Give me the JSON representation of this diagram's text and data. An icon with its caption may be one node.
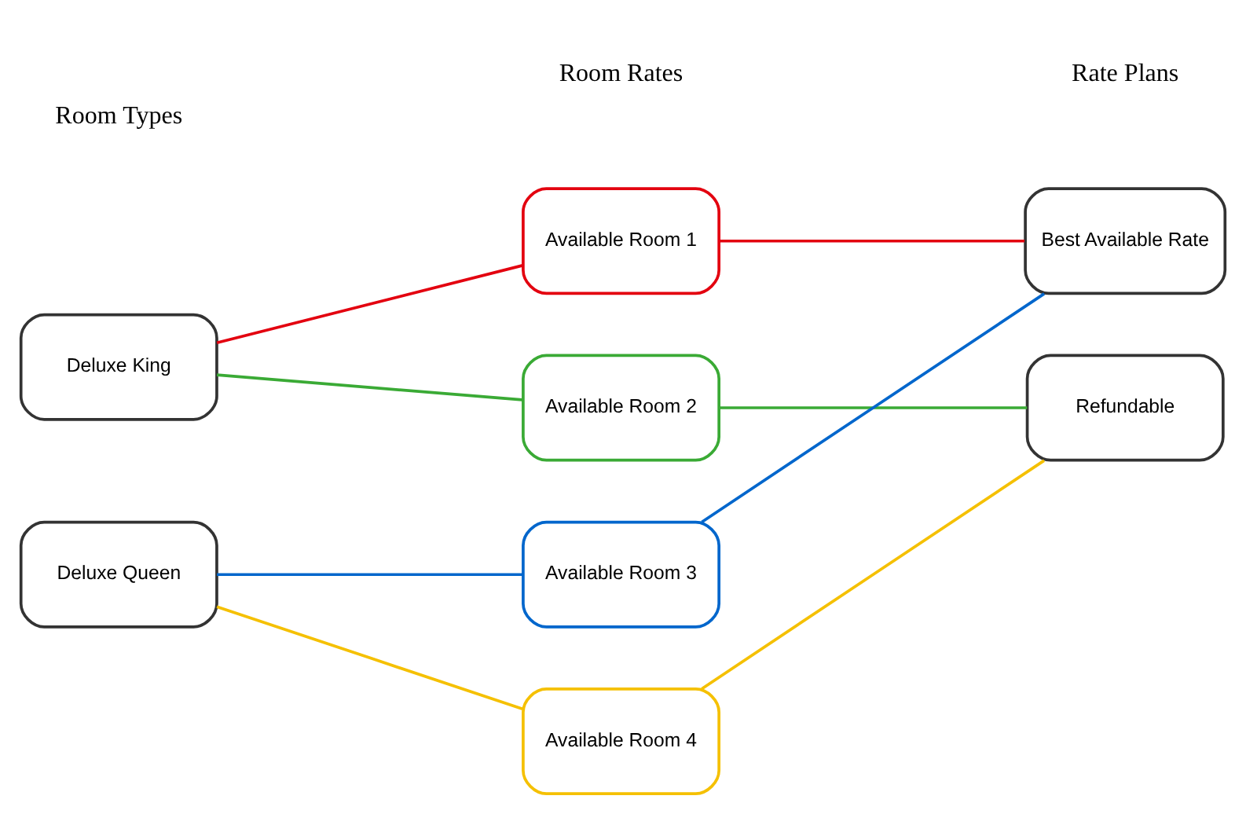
{
  "diagram": {
    "nodes": [
      {
        "text": [
          "Deluxe King"
        ]
      },
      {
        "text": [
          "Deluxe Queen"
        ]
      },
      {
        "text": [
          "Available Room 1"
        ]
      },
      {
        "text": [
          "Available Room 2"
        ]
      },
      {
        "text": [
          "Available Room 3"
        ]
      },
      {
        "text": [
          "Available Room 4"
        ]
      },
      {
        "text": [
          "Best Available Rate"
        ]
      },
      {
        "text": [
          "Refundable"
        ]
      }
    ],
    "edges": [
      {
        "from": 0,
        "to": 2,
        "arrow": "none",
        "color": "#e3000f"
      },
      {
        "from": 2,
        "to": 6,
        "arrow": "none",
        "color": "#e3000f"
      },
      {
        "from": 0,
        "to": 3,
        "arrow": "none",
        "color": "#3aaa35"
      },
      {
        "from": 3,
        "to": 7,
        "arrow": "none",
        "color": "#3aaa35"
      },
      {
        "from": 1,
        "to": 4,
        "arrow": "none",
        "color": "#0066cc"
      },
      {
        "from": 4,
        "to": 6,
        "arrow": "none",
        "color": "#0066cc"
      },
      {
        "from": 1,
        "to": 5,
        "arrow": "none",
        "color": "#f5c000"
      },
      {
        "from": 5,
        "to": 7,
        "arrow": "none",
        "color": "#f5c000"
      }
    ],
    "labels": [
      "Room Types",
      "Room Rates",
      "Rate Plans"
    ]
  }
}
